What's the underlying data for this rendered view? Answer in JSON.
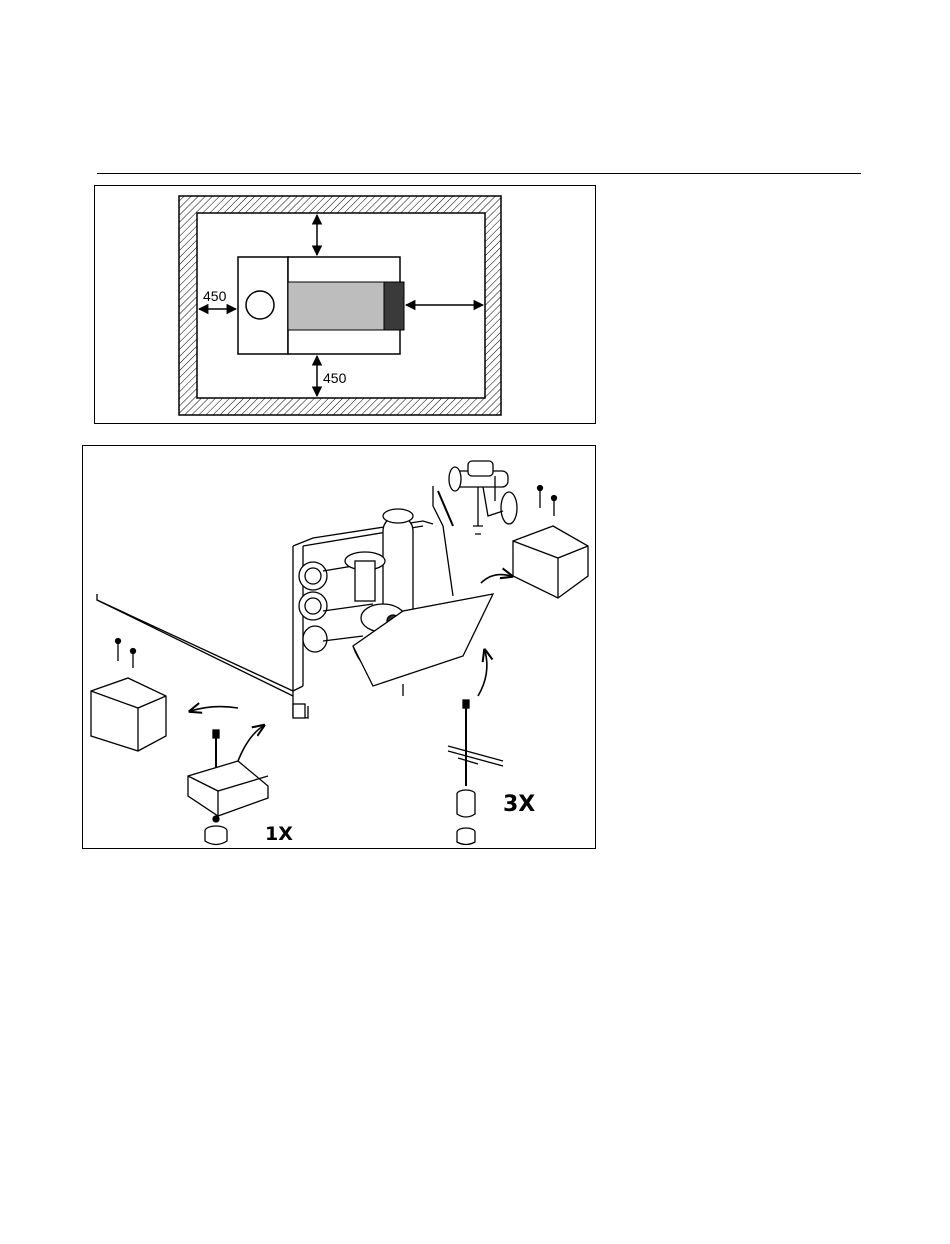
{
  "clearance_figure": {
    "dimension_left": "450",
    "dimension_bottom": "450"
  },
  "installation_figure": {
    "quantity_front": "1X",
    "quantity_side": "3X"
  }
}
